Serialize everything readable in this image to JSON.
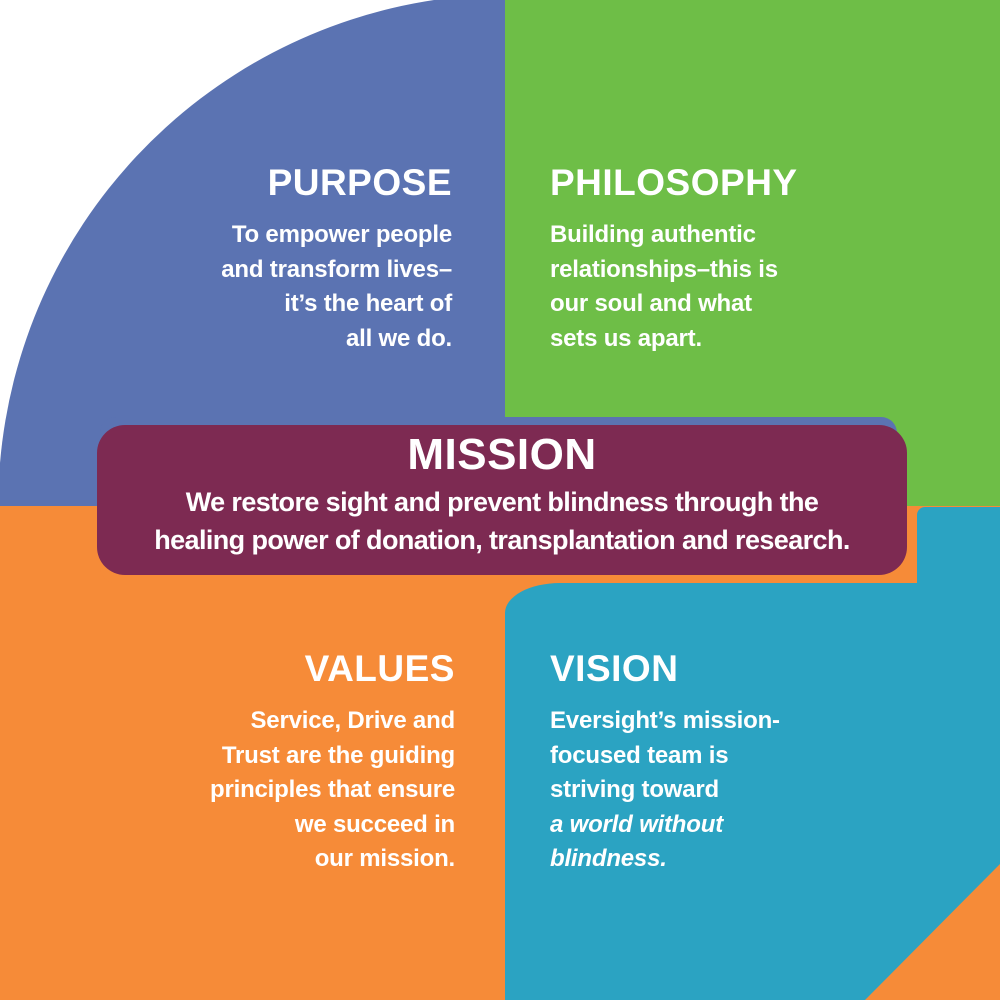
{
  "colors": {
    "blue": "#5B73B2",
    "green": "#6EBE47",
    "orange": "#F68B38",
    "teal": "#2BA3C2",
    "maroon": "#7D2A52",
    "text": "#FFFFFF"
  },
  "quadrants": {
    "purpose": {
      "title": "PURPOSE",
      "lines": [
        "To empower people",
        "and transform lives–",
        "it’s the heart of",
        "all we do."
      ]
    },
    "philosophy": {
      "title": "PHILOSOPHY",
      "lines": [
        "Building authentic",
        "relationships–this is",
        "our soul and what",
        "sets us apart."
      ]
    },
    "values": {
      "title": "VALUES",
      "lines": [
        "Service, Drive and",
        "Trust are the guiding",
        "principles that ensure",
        "we succeed in",
        "our mission."
      ]
    },
    "vision": {
      "title": "VISION",
      "lines": [
        "Eversight’s mission-",
        "focused team is",
        "striving toward",
        "a world without",
        "blindness."
      ]
    }
  },
  "mission": {
    "title": "MISSION",
    "lines": [
      "We restore sight and prevent blindness through the",
      "healing power of donation, transplantation and research."
    ]
  }
}
